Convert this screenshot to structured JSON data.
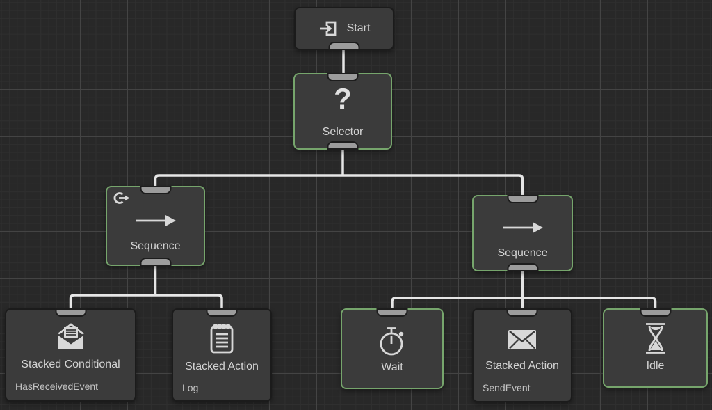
{
  "graph": {
    "colors": {
      "background": "#282828",
      "grid_major": "#444444",
      "grid_minor": "#2f2f2f",
      "node_fill": "#3b3b3b",
      "active_node_border": "#76a56c",
      "inactive_node_border": "#1b1b1b",
      "connector": "#e6e6e6",
      "port_fill": "#9c9c9c"
    },
    "nodes": {
      "start": {
        "title": "Start",
        "icon": "enter-icon",
        "state": "inactive"
      },
      "selector": {
        "title": "Selector",
        "icon": "question-mark-icon",
        "glyph": "?",
        "state": "active"
      },
      "sequence_left": {
        "title": "Sequence",
        "icon": "arrow-right-icon",
        "modifier_icon": "repeat-icon",
        "state": "active"
      },
      "sequence_right": {
        "title": "Sequence",
        "icon": "arrow-right-icon",
        "state": "active"
      },
      "stacked_conditional": {
        "title": "Stacked Conditional",
        "subtitle": "HasReceivedEvent",
        "icon": "mail-open-icon",
        "state": "inactive"
      },
      "stacked_action_log": {
        "title": "Stacked Action",
        "subtitle": "Log",
        "icon": "notepad-icon",
        "state": "inactive"
      },
      "wait": {
        "title": "Wait",
        "icon": "stopwatch-icon",
        "state": "active"
      },
      "stacked_action_send": {
        "title": "Stacked Action",
        "subtitle": "SendEvent",
        "icon": "mail-closed-icon",
        "state": "inactive"
      },
      "idle": {
        "title": "Idle",
        "icon": "hourglass-icon",
        "state": "active"
      }
    },
    "edges": [
      {
        "from": "start",
        "to": "selector"
      },
      {
        "from": "selector",
        "to": "sequence_left"
      },
      {
        "from": "selector",
        "to": "sequence_right"
      },
      {
        "from": "sequence_left",
        "to": "stacked_conditional"
      },
      {
        "from": "sequence_left",
        "to": "stacked_action_log"
      },
      {
        "from": "sequence_right",
        "to": "wait"
      },
      {
        "from": "sequence_right",
        "to": "stacked_action_send"
      },
      {
        "from": "sequence_right",
        "to": "idle"
      }
    ]
  }
}
